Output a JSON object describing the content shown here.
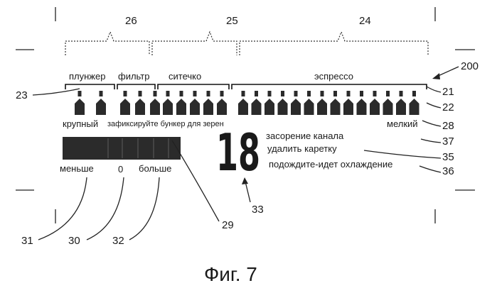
{
  "figure": {
    "caption": "Фиг. 7"
  },
  "labels": {
    "plunger": "плунжер",
    "filter": "фильтр",
    "sieve": "ситечко",
    "espresso": "эспрессо",
    "coarse": "крупный",
    "fix_hopper": "зафиксируйте бункер для зерен",
    "fine": "мелкий",
    "less": "меньше",
    "more": "больше",
    "zero": "0",
    "clog": "засорение канала",
    "remove": "удалить каретку",
    "wait": "подождите-идет охлаждение",
    "big_number": "18"
  },
  "refs": {
    "r26": "26",
    "r25": "25",
    "r24": "24",
    "r200": "200",
    "r23": "23",
    "r21": "21",
    "r22": "22",
    "r28": "28",
    "r37": "37",
    "r35": "35",
    "r36": "36",
    "r33": "33",
    "r29": "29",
    "r31": "31",
    "r30": "30",
    "r32": "32"
  }
}
